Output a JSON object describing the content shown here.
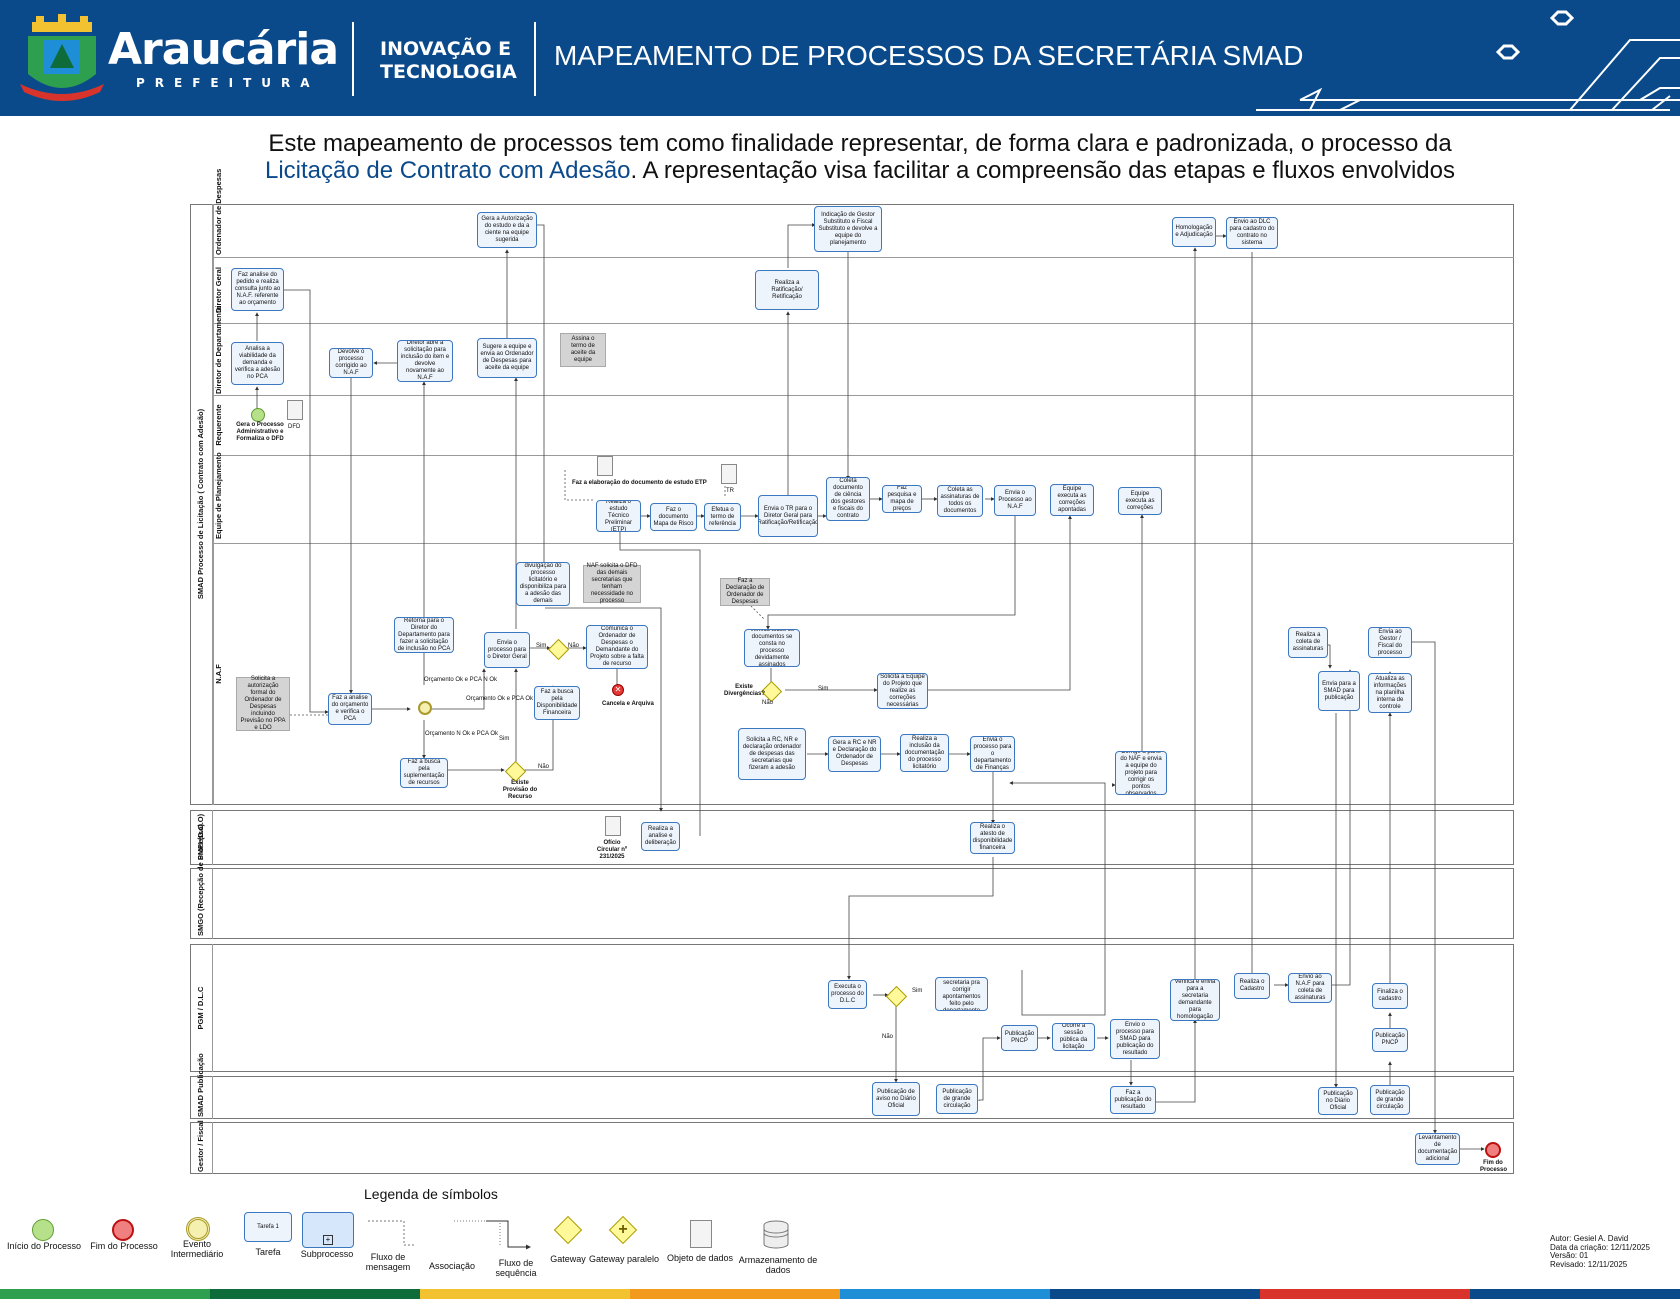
{
  "header": {
    "logo_name": "Araucária",
    "logo_sub": "PREFEITURA",
    "dept_line1": "INOVAÇÃO E",
    "dept_line2": "TECNOLOGIA",
    "title": "MAPEAMENTO DE PROCESSOS DA SECRETÁRIA SMAD",
    "colors": {
      "header_bg": "#0b4a8a",
      "accent": "#0b4a8a"
    }
  },
  "intro": {
    "line1": "Este mapeamento de processos tem como finalidade representar, de forma clara e padronizada, o processo da",
    "highlight": "Licitação de Contrato com Adesão",
    "line2_rest": ". A representação visa facilitar a compreensão das etapas e fluxos envolvidos"
  },
  "diagram": {
    "pool_label": "SMAD Processo de Licitação ( Contrato com Adesão)",
    "lanes": {
      "ordenador": "Ordenador de Despesas",
      "diretor_geral": "Diretor Geral",
      "diretor_dep": "Diretor de Departamento",
      "requerente": "Requerente",
      "planejamento": "Equipe de Planejamento",
      "naf": "N.A.F",
      "smfi": "SMFI (D.O.O)",
      "smgo": "SMGO (Recepção de Processo)",
      "pgm": "PGM / D.L.C",
      "smad_pub": "SMAD Publicação",
      "gestor": "Gestor / Fiscal"
    },
    "tasks": {
      "t_autorizacao": "Gera a Autorização do estudo e da a ciente na equipe sugerida",
      "t_indicacao": "Indicação de Gestor Substituto e Fiscal Substituto e devolve a equipe do planejamento",
      "t_homologacao": "Homologação e Adjudicação",
      "t_envio_dlc": "Envio ao DLC para cadastro do contrato no sistema",
      "t_analise_dg": "Faz analise do pedido e realiza consulta junto ao N.A.F. referente ao orçamento",
      "t_ratificacao": "Realiza a Ratificação/ Retificação",
      "t_analisa_pca": "Analisa a viabilidade da demanda e verifica a adesão no PCA",
      "t_devolve": "Devolve o processo corrigido ao N.A.F",
      "t_diretor_abre": "Diretor abre a solicitação para inclusão do item e devolve novamente ao N.A.F",
      "t_sugere": "Sugere a equipe e envia ao Ordenador de Despesas para aceite da equipe",
      "n_assina": "Assina o termo de aceite da equipe",
      "e_start_lbl": "Gera o Processo Administrativo e Formaliza o DFD",
      "d_dfd": "DFD",
      "d_etp_lbl": "Faz a elaboração do documento de estudo ETP",
      "d_tr": "TR",
      "t_etp": "Realiza o estudo Técnico Preliminar (ETP)",
      "t_mapa": "Faz o documento Mapa de Risco",
      "t_termo": "Efetua o termo de referência",
      "t_envia_tr": "Envia o TR para o Diretor Geral para Ratificação/Retificação",
      "t_coleta_ciencia": "Coleta documento de ciência dos gestores e fiscais do contrato",
      "t_pesquisa": "Faz pesquisa e mapa de preços",
      "t_coleta_assin": "Coleta as assinaturas de todos os documentos",
      "t_envia_naf": "Envia o Processo ao N.A.F",
      "t_equipe_exec": "Equipe executa as correções apontadas",
      "t_equipe_exec2": "Equipe executa as correções",
      "t_divulgacao": "Realiza a divulgação do processo licitatório e disponibiliza para a adesão das demais secretarias",
      "n_naf_solicita": "NAF solicita o DFD das demais secretarias que tenham necessidade no processo",
      "n_declaracao": "Faz a Declaração de Ordenador de Despesas",
      "t_retorna": "Retorna para o Diretor do Departamento para fazer a solicitação de inclusão no PCA",
      "t_envia_dg": "Envia o processo para o Diretor Geral",
      "t_comunica": "Comunica o Ordenador de Despesas o Demandante do Projeto sobre a falta de recurso",
      "e_cancela": "Cancela e Arquiva",
      "n_solicita_aut": "Solicita a autorização formal do Ordenador de Despesas incluindo Previsão no PPA e LDO",
      "t_faz_analise": "Faz a analise do orçamento e verifica o PCA",
      "g_orc_ok_n": "Orçamento Ok e PCA N Ok",
      "g_orc_ok": "Orçamento Ok e PCA Ok",
      "g_orc_nok": "Orçamento N Ok e PCA Ok",
      "t_busca_supl": "Faz a busca pela suplementação de recursos",
      "t_busca_disp": "Faz a busca pela Disponibilidade Financeira",
      "g_provisao": "Existe Provisão do Recurso",
      "g_sim": "Sim",
      "g_nao": "Não",
      "t_verifica_docs": "Verifica todos os documentos se consta no processo devidamente assinados",
      "g_diverg": "Existe Divergências?",
      "t_solicita_equipe": "Solicita a Equipe do Projeto que realize as correções necessárias",
      "t_solicita_rc": "Solicita a RC, NR e declaração ordenador de despesas das secretarias que fizeram a adesão",
      "t_gera_rc": "Gera a RC e NR e Declaração do Ordenador de Despesas",
      "t_realiza_inclusao": "Realiza a inclusão da documentação do processo licitatório",
      "t_envia_fin": "Envia o processo para o departamento de Finanças",
      "t_corrige": "Corrige a parte do NAF e envia a equipe do projeto para corrigir os pontos observados",
      "t_coleta_assin_naf": "Realiza a coleta de assinaturas",
      "t_envia_smad": "Envia para a SMAD para publicação",
      "t_envia_gestor": "Envia ao Gestor / Fiscal do processo",
      "t_atualiza": "Atualiza as informações na planilha interna de controle",
      "d_oficio": "Ofício Circular nº 231/2025",
      "t_analise_delib": "Realiza a analise e deliberação",
      "t_atesto": "Realiza o atesto de disponibilidade financeira",
      "t_executa_dlc": "Executa o processo do D.L.C",
      "t_envia_secret": "Envia a secretaria pra corrigir apontamentos feito pelo departamento",
      "t_publicacao_pncp": "Publicação PNCP",
      "t_sessao": "Ocorre a sessão pública da licitação",
      "t_envio_smad": "Envio o processo para SMAD para publicação do resultado",
      "t_verifica_envia": "Verifica e envia para a secretaria demandante para homologação",
      "t_realiza_cad": "Realiza o Cadastro",
      "t_envio_naf": "Envio ao N.A.F para coleta de assinaturas",
      "t_finaliza": "Finaliza o cadastro",
      "t_pub_pncp2": "Publicação PNCP",
      "t_pub_aviso": "Publicação de aviso no Diário Oficial",
      "t_pub_grande": "Publicação de grande circulação",
      "t_faz_pub": "Faz a publicação do resultado",
      "t_pub_diario": "Publicação no Diário Oficial",
      "t_pub_grande2": "Publicação de grande circulação",
      "t_levantamento": "Levantamento de documentação adicional",
      "e_fim": "Fim do Processo"
    }
  },
  "legend": {
    "title": "Legenda de símbolos",
    "inicio": "Início do Processo",
    "fim": "Fim do Processo",
    "evento": "Evento Intermediário",
    "tarefa": "Tarefa",
    "tarefa_inner": "Tarefa 1",
    "subprocesso": "Subprocesso",
    "fluxo_msg": "Fluxo de mensagem",
    "associacao": "Associação",
    "fluxo_seq": "Fluxo de sequência",
    "gateway": "Gateway",
    "gateway_par": "Gateway paralelo",
    "objeto": "Objeto de dados",
    "armazenamento": "Armazenamento de dados"
  },
  "footer": {
    "autor": "Autor: Gesiel A. David",
    "data": "Data da criação: 12/11/2025",
    "versao": "Versão: 01",
    "revisado": "Revisado: 12/11/2025",
    "bar_colors": [
      "#2e9e4f",
      "#0e6b3a",
      "#f2c230",
      "#f29a1e",
      "#1e8fd6",
      "#0b4a8a",
      "#d9342b",
      "#0b4a8a"
    ]
  }
}
